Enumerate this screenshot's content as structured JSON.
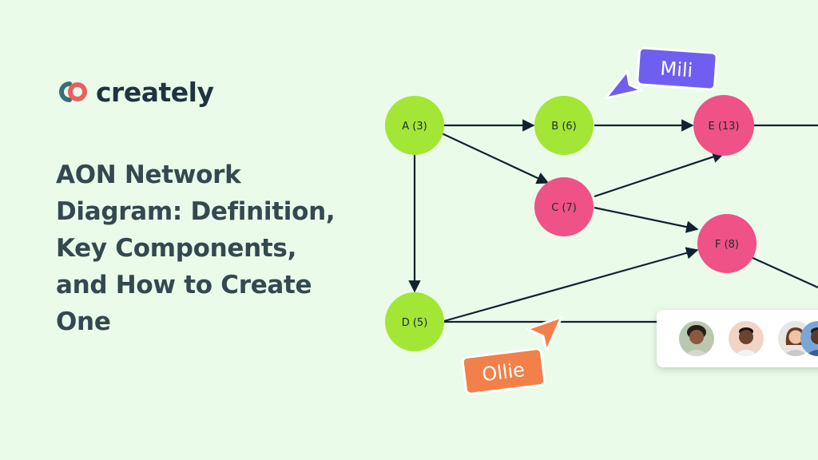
{
  "brand": {
    "name": "creately"
  },
  "title": {
    "lines": [
      "AON Network",
      "Diagram: Definition,",
      "Key Components,",
      "and How to Create",
      "One"
    ]
  },
  "diagram": {
    "nodes": [
      {
        "id": "A",
        "label": "A (3)",
        "status": "green"
      },
      {
        "id": "B",
        "label": "B (6)",
        "status": "green"
      },
      {
        "id": "C",
        "label": "C (7)",
        "status": "pink"
      },
      {
        "id": "D",
        "label": "D (5)",
        "status": "green"
      },
      {
        "id": "E",
        "label": "E (13)",
        "status": "pink"
      },
      {
        "id": "F",
        "label": "F (8)",
        "status": "pink"
      }
    ],
    "edges": [
      {
        "from": "A",
        "to": "B"
      },
      {
        "from": "A",
        "to": "C"
      },
      {
        "from": "A",
        "to": "D"
      },
      {
        "from": "B",
        "to": "E"
      },
      {
        "from": "C",
        "to": "E"
      },
      {
        "from": "C",
        "to": "F"
      },
      {
        "from": "D",
        "to": "F"
      }
    ]
  },
  "collaborators": [
    {
      "name": "Mili",
      "color": "#6f5ff0"
    },
    {
      "name": "Ollie",
      "color": "#f1804a"
    }
  ],
  "avatars": [
    {
      "name": "avatar-1"
    },
    {
      "name": "avatar-2"
    },
    {
      "name": "avatar-3"
    },
    {
      "name": "avatar-4"
    }
  ],
  "colors": {
    "background": "#ebfbea",
    "node_green": "#a3e635",
    "node_pink": "#ee5287",
    "edge": "#102230",
    "title": "#34494f",
    "logo_text": "#1f3440"
  },
  "icons": [
    "creately-logo-icon",
    "cursor-pointer-icon"
  ]
}
